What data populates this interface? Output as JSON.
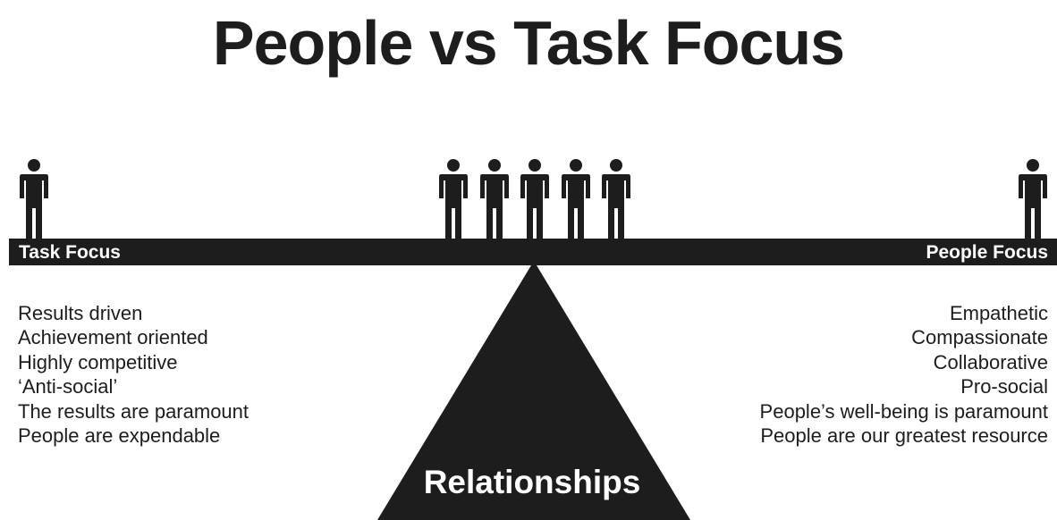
{
  "title": "People vs Task Focus",
  "scale": {
    "left_label": "Task Focus",
    "right_label": "People Focus",
    "fulcrum_label": "Relationships"
  },
  "task_traits": [
    "Results driven",
    "Achievement oriented",
    "Highly competitive",
    "‘Anti-social’",
    "The results are paramount",
    "People are expendable"
  ],
  "people_traits": [
    "Empathetic",
    "Compassionate",
    "Collaborative",
    "Pro-social",
    "People’s well-being is paramount",
    "People are our greatest resource"
  ],
  "icons": {
    "person": "person-icon"
  },
  "colors": {
    "ink": "#1d1d1d",
    "background": "#ffffff"
  }
}
